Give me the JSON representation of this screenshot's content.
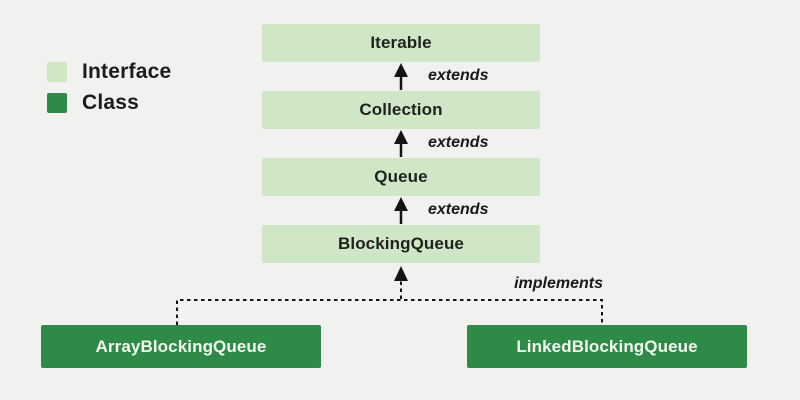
{
  "legend": {
    "items": [
      {
        "label": "Interface",
        "color": "#cfe7c7"
      },
      {
        "label": "Class",
        "color": "#2e8b47"
      }
    ]
  },
  "nodes": {
    "iterable": {
      "label": "Iterable",
      "type": "interface"
    },
    "collection": {
      "label": "Collection",
      "type": "interface"
    },
    "queue": {
      "label": "Queue",
      "type": "interface"
    },
    "blockingqueue": {
      "label": "BlockingQueue",
      "type": "interface"
    },
    "arrayblockingqueue": {
      "label": "ArrayBlockingQueue",
      "type": "class"
    },
    "linkedblockingqueue": {
      "label": "LinkedBlockingQueue",
      "type": "class"
    }
  },
  "edges": [
    {
      "from": "Collection",
      "to": "Iterable",
      "label": "extends",
      "style": "solid"
    },
    {
      "from": "Queue",
      "to": "Collection",
      "label": "extends",
      "style": "solid"
    },
    {
      "from": "BlockingQueue",
      "to": "Queue",
      "label": "extends",
      "style": "solid"
    },
    {
      "from": "ArrayBlockingQueue",
      "to": "BlockingQueue",
      "label": "implements",
      "style": "dashed"
    },
    {
      "from": "LinkedBlockingQueue",
      "to": "BlockingQueue",
      "label": "implements",
      "style": "dashed"
    }
  ],
  "colors": {
    "background": "#f1f2ef",
    "interface_fill": "#cfe7c7",
    "class_fill": "#2e8b47",
    "line": "#141414",
    "text_dark": "#1e221c",
    "text_light": "#f2f8f0"
  }
}
